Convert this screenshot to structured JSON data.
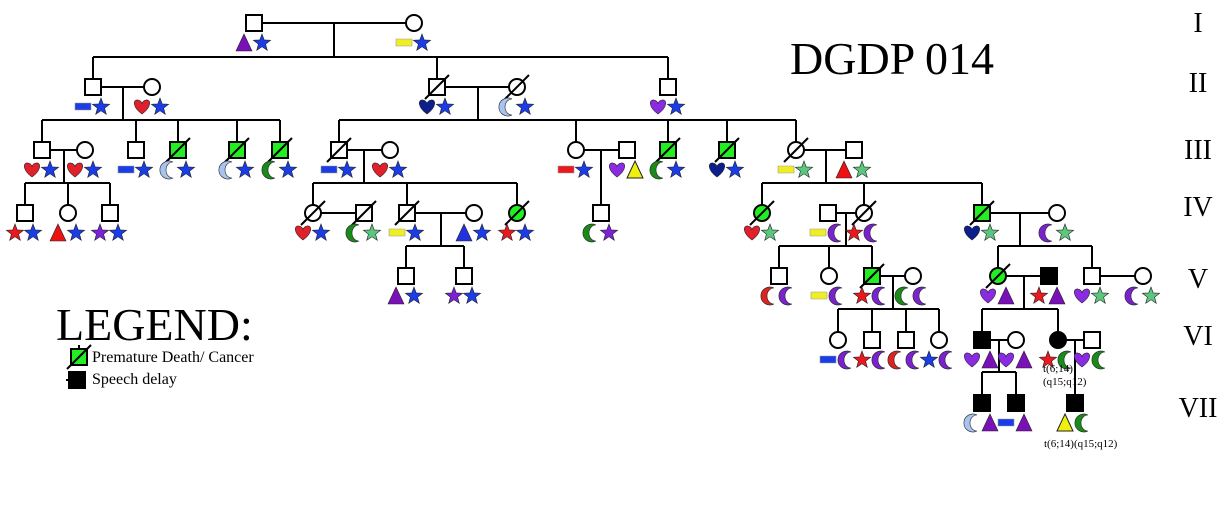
{
  "title": "DGDP 014",
  "generations": [
    "I",
    "II",
    "III",
    "IV",
    "V",
    "VI",
    "VII"
  ],
  "legend": {
    "title": "LEGEND:",
    "items": [
      {
        "label": "Premature Death/ Cancer",
        "symbol": "green-square-deceased"
      },
      {
        "label": "Speech delay",
        "symbol": "black-square"
      }
    ]
  },
  "annotations": [
    {
      "id": "VI-7",
      "text_line1": "t(6;14)",
      "text_line2": "(q15;q12)"
    },
    {
      "id": "VII-3",
      "text_line1": "t(6;14)(q15;q12)",
      "text_line2": ""
    }
  ],
  "colors": {
    "affected_green": "#22ee22",
    "speech_black": "#000000",
    "line": "#000000"
  },
  "haplotype_symbols": {
    "star_blue": {
      "shape": "star",
      "color": "#1a3de6"
    },
    "star_red": {
      "shape": "star",
      "color": "#e8191f"
    },
    "star_purple": {
      "shape": "star",
      "color": "#7b22d6"
    },
    "star_green": {
      "shape": "star",
      "color": "#5cc57e"
    },
    "heart_red": {
      "shape": "heart",
      "color": "#e0202a"
    },
    "heart_navy": {
      "shape": "heart",
      "color": "#0c1f8c"
    },
    "heart_purple": {
      "shape": "heart",
      "color": "#8a2be2"
    },
    "tri_purple": {
      "shape": "triangle",
      "color": "#7a10b8"
    },
    "tri_red": {
      "shape": "triangle",
      "color": "#ee1111"
    },
    "tri_blue": {
      "shape": "triangle",
      "color": "#2233dd"
    },
    "tri_yellow": {
      "shape": "triangle",
      "color": "#f0f010"
    },
    "bar_blue": {
      "shape": "bar",
      "color": "#1a3de6"
    },
    "bar_yellow": {
      "shape": "bar",
      "color": "#eeee22"
    },
    "bar_red": {
      "shape": "bar",
      "color": "#e8191f"
    },
    "moon_light": {
      "shape": "moon",
      "color": "#a8c4ee"
    },
    "moon_green": {
      "shape": "moon",
      "color": "#1a8a1a"
    },
    "moon_purple": {
      "shape": "moon",
      "color": "#7a22cc"
    },
    "moon_red": {
      "shape": "moon",
      "color": "#dd2222"
    }
  },
  "individuals": [
    {
      "id": "I-1",
      "sex": "M",
      "status": "normal",
      "haps": [
        "tri_purple",
        "star_blue"
      ]
    },
    {
      "id": "I-2",
      "sex": "F",
      "status": "normal",
      "haps": [
        "bar_yellow",
        "star_blue"
      ]
    },
    {
      "id": "II-1",
      "sex": "M",
      "status": "normal",
      "haps": [
        "bar_blue",
        "star_blue"
      ]
    },
    {
      "id": "II-2",
      "sex": "F",
      "status": "normal",
      "haps": [
        "heart_red",
        "star_blue"
      ]
    },
    {
      "id": "II-3",
      "sex": "M",
      "status": "deceased",
      "haps": [
        "heart_navy",
        "star_blue"
      ]
    },
    {
      "id": "II-4",
      "sex": "F",
      "status": "deceased",
      "haps": [
        "moon_light",
        "star_blue"
      ]
    },
    {
      "id": "II-5",
      "sex": "M",
      "status": "normal",
      "haps": [
        "heart_purple",
        "star_blue"
      ]
    },
    {
      "id": "III-1",
      "sex": "M",
      "status": "normal",
      "haps": [
        "heart_red",
        "star_blue"
      ]
    },
    {
      "id": "III-2",
      "sex": "F",
      "status": "normal",
      "haps": [
        "heart_red",
        "star_blue"
      ]
    },
    {
      "id": "III-3",
      "sex": "M",
      "status": "normal",
      "haps": [
        "bar_blue",
        "star_blue"
      ]
    },
    {
      "id": "III-4",
      "sex": "M",
      "status": "affected-deceased",
      "haps": [
        "moon_light",
        "star_blue"
      ]
    },
    {
      "id": "III-5",
      "sex": "M",
      "status": "affected-deceased",
      "haps": [
        "moon_light",
        "star_blue"
      ]
    },
    {
      "id": "III-6",
      "sex": "M",
      "status": "affected-deceased",
      "haps": [
        "moon_green",
        "star_blue"
      ]
    },
    {
      "id": "III-7",
      "sex": "M",
      "status": "deceased",
      "haps": [
        "bar_blue",
        "star_blue"
      ]
    },
    {
      "id": "III-8",
      "sex": "F",
      "status": "normal",
      "haps": [
        "heart_red",
        "star_blue"
      ]
    },
    {
      "id": "III-9",
      "sex": "F",
      "status": "normal",
      "haps": [
        "bar_red",
        "star_blue"
      ]
    },
    {
      "id": "III-10",
      "sex": "M",
      "status": "normal",
      "haps": [
        "heart_purple",
        "tri_yellow"
      ]
    },
    {
      "id": "III-11",
      "sex": "M",
      "status": "affected-deceased",
      "haps": [
        "moon_green",
        "star_blue"
      ]
    },
    {
      "id": "III-12",
      "sex": "M",
      "status": "affected-deceased",
      "haps": [
        "heart_navy",
        "star_blue"
      ]
    },
    {
      "id": "III-13",
      "sex": "F",
      "status": "deceased",
      "haps": [
        "bar_yellow",
        "star_green"
      ]
    },
    {
      "id": "III-14",
      "sex": "M",
      "status": "normal",
      "haps": [
        "tri_red",
        "star_green"
      ]
    },
    {
      "id": "IV-1",
      "sex": "M",
      "status": "normal",
      "haps": [
        "star_red",
        "star_blue"
      ]
    },
    {
      "id": "IV-2",
      "sex": "F",
      "status": "normal",
      "haps": [
        "tri_red",
        "star_blue"
      ]
    },
    {
      "id": "IV-3",
      "sex": "M",
      "status": "normal",
      "haps": [
        "star_purple",
        "star_blue"
      ]
    },
    {
      "id": "IV-4",
      "sex": "F",
      "status": "deceased",
      "haps": [
        "heart_red",
        "star_blue"
      ]
    },
    {
      "id": "IV-5",
      "sex": "M",
      "status": "deceased",
      "haps": [
        "moon_green",
        "star_green"
      ]
    },
    {
      "id": "IV-6",
      "sex": "M",
      "status": "deceased",
      "haps": [
        "bar_yellow",
        "star_blue"
      ]
    },
    {
      "id": "IV-7",
      "sex": "F",
      "status": "normal",
      "haps": [
        "tri_blue",
        "star_blue"
      ]
    },
    {
      "id": "IV-8",
      "sex": "F",
      "status": "affected-deceased",
      "haps": [
        "star_red",
        "star_blue"
      ]
    },
    {
      "id": "IV-9",
      "sex": "M",
      "status": "normal",
      "haps": [
        "moon_green",
        "star_purple"
      ]
    },
    {
      "id": "IV-10",
      "sex": "F",
      "status": "affected-deceased",
      "haps": [
        "heart_red",
        "star_green"
      ]
    },
    {
      "id": "IV-11",
      "sex": "M",
      "status": "normal",
      "haps": [
        "bar_yellow",
        "moon_purple"
      ]
    },
    {
      "id": "IV-12",
      "sex": "F",
      "status": "deceased",
      "haps": [
        "star_red",
        "moon_purple"
      ]
    },
    {
      "id": "IV-13",
      "sex": "M",
      "status": "affected-deceased",
      "haps": [
        "heart_navy",
        "star_green"
      ]
    },
    {
      "id": "IV-14",
      "sex": "F",
      "status": "normal",
      "haps": [
        "moon_purple",
        "star_green"
      ]
    },
    {
      "id": "V-1",
      "sex": "M",
      "status": "normal",
      "haps": [
        "tri_purple",
        "star_blue"
      ]
    },
    {
      "id": "V-2",
      "sex": "M",
      "status": "normal",
      "haps": [
        "star_purple",
        "star_blue"
      ]
    },
    {
      "id": "V-3",
      "sex": "M",
      "status": "normal",
      "haps": [
        "moon_red",
        "moon_purple"
      ]
    },
    {
      "id": "V-4",
      "sex": "F",
      "status": "normal",
      "haps": [
        "bar_yellow",
        "moon_purple"
      ]
    },
    {
      "id": "V-5",
      "sex": "M",
      "status": "affected-deceased",
      "haps": [
        "star_red",
        "moon_purple"
      ]
    },
    {
      "id": "V-6",
      "sex": "F",
      "status": "normal",
      "haps": [
        "moon_green",
        "moon_purple"
      ]
    },
    {
      "id": "V-7",
      "sex": "F",
      "status": "affected-deceased",
      "haps": [
        "heart_purple",
        "tri_purple"
      ]
    },
    {
      "id": "V-8",
      "sex": "M",
      "status": "speech",
      "haps": [
        "star_red",
        "tri_purple"
      ]
    },
    {
      "id": "V-9",
      "sex": "M",
      "status": "normal",
      "haps": [
        "heart_purple",
        "star_green"
      ]
    },
    {
      "id": "V-10",
      "sex": "F",
      "status": "normal",
      "haps": [
        "moon_purple",
        "star_green"
      ]
    },
    {
      "id": "VI-1",
      "sex": "F",
      "status": "normal",
      "haps": [
        "bar_blue",
        "moon_purple"
      ]
    },
    {
      "id": "VI-2",
      "sex": "M",
      "status": "normal",
      "haps": [
        "star_red",
        "moon_purple"
      ]
    },
    {
      "id": "VI-3",
      "sex": "M",
      "status": "normal",
      "haps": [
        "moon_red",
        "moon_purple"
      ]
    },
    {
      "id": "VI-4",
      "sex": "F",
      "status": "normal",
      "haps": [
        "star_blue",
        "moon_purple"
      ]
    },
    {
      "id": "VI-5",
      "sex": "M",
      "status": "speech",
      "haps": [
        "heart_purple",
        "tri_purple"
      ]
    },
    {
      "id": "VI-6",
      "sex": "F",
      "status": "normal",
      "haps": [
        "heart_purple",
        "tri_purple"
      ]
    },
    {
      "id": "VI-7",
      "sex": "F",
      "status": "speech",
      "haps": [
        "star_red",
        "moon_green"
      ]
    },
    {
      "id": "VI-8",
      "sex": "M",
      "status": "normal",
      "haps": [
        "heart_purple",
        "moon_green"
      ]
    },
    {
      "id": "VII-1",
      "sex": "M",
      "status": "speech",
      "haps": [
        "moon_light",
        "tri_purple"
      ]
    },
    {
      "id": "VII-2",
      "sex": "M",
      "status": "speech",
      "haps": [
        "bar_blue",
        "tri_purple"
      ]
    },
    {
      "id": "VII-3",
      "sex": "M",
      "status": "speech",
      "haps": [
        "tri_yellow",
        "moon_green"
      ]
    }
  ]
}
